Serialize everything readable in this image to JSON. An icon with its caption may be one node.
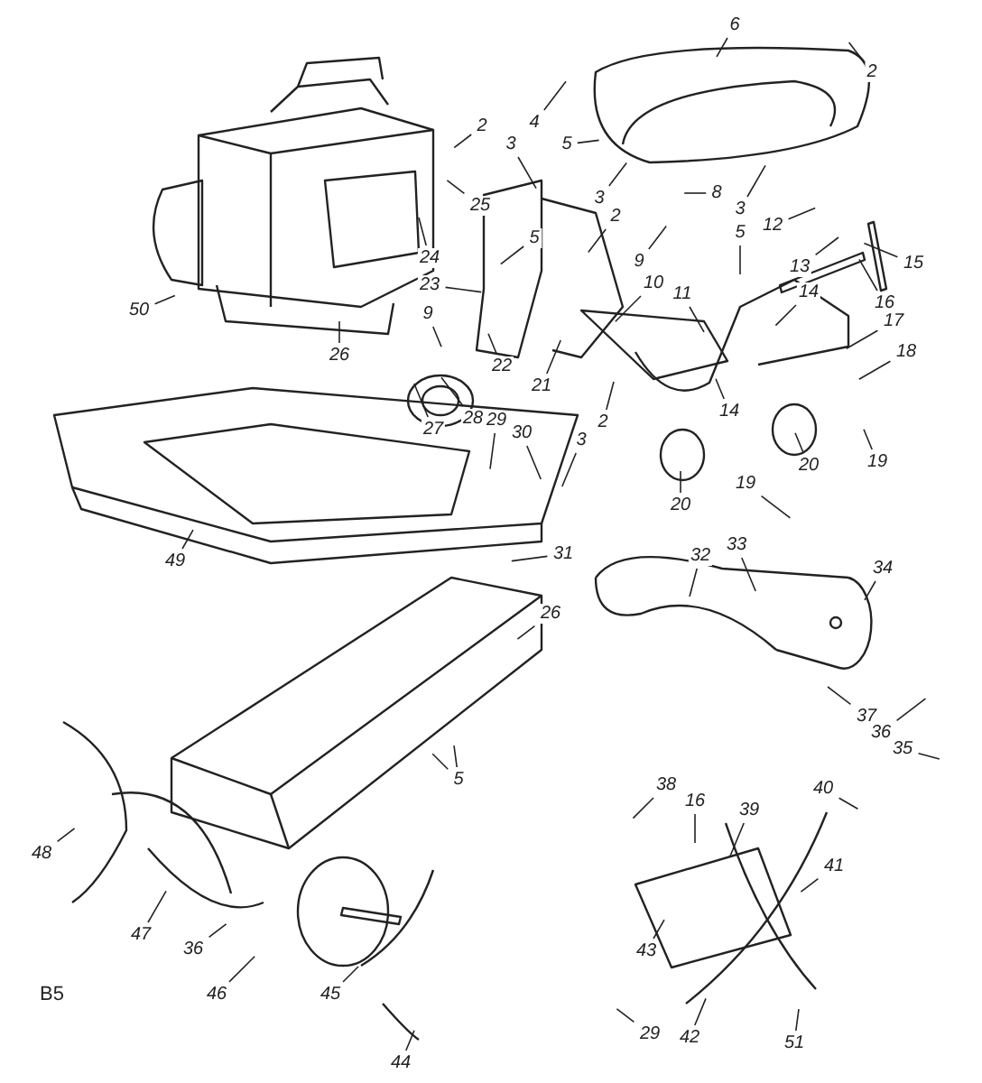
{
  "diagram": {
    "nodes": [
      {
        "text": [
          "6"
        ]
      },
      {
        "text": [
          "2"
        ]
      },
      {
        "text": [
          "2"
        ]
      },
      {
        "text": [
          "4"
        ]
      },
      {
        "text": [
          "3"
        ]
      },
      {
        "text": [
          "5"
        ]
      },
      {
        "text": [
          "8"
        ]
      },
      {
        "text": [
          "3"
        ]
      },
      {
        "text": [
          "5"
        ]
      },
      {
        "text": [
          "3"
        ]
      },
      {
        "text": [
          "2"
        ]
      },
      {
        "text": [
          "25"
        ]
      },
      {
        "text": [
          "5"
        ]
      },
      {
        "text": [
          "12"
        ]
      },
      {
        "text": [
          "9"
        ]
      },
      {
        "text": [
          "24"
        ]
      },
      {
        "text": [
          "15"
        ]
      },
      {
        "text": [
          "13"
        ]
      },
      {
        "text": [
          "10"
        ]
      },
      {
        "text": [
          "23"
        ]
      },
      {
        "text": [
          "11"
        ]
      },
      {
        "text": [
          "14"
        ]
      },
      {
        "text": [
          "16"
        ]
      },
      {
        "text": [
          "9"
        ]
      },
      {
        "text": [
          "17"
        ]
      },
      {
        "text": [
          "50"
        ]
      },
      {
        "text": [
          "18"
        ]
      },
      {
        "text": [
          "26"
        ]
      },
      {
        "text": [
          "22"
        ]
      },
      {
        "text": [
          "21"
        ]
      },
      {
        "text": [
          "14"
        ]
      },
      {
        "text": [
          "27"
        ]
      },
      {
        "text": [
          "28"
        ]
      },
      {
        "text": [
          "29"
        ]
      },
      {
        "text": [
          "30"
        ]
      },
      {
        "text": [
          "2"
        ]
      },
      {
        "text": [
          "3"
        ]
      },
      {
        "text": [
          "19"
        ]
      },
      {
        "text": [
          "20"
        ]
      },
      {
        "text": [
          "19"
        ]
      },
      {
        "text": [
          "20"
        ]
      },
      {
        "text": [
          "49"
        ]
      },
      {
        "text": [
          "31"
        ]
      },
      {
        "text": [
          "32"
        ]
      },
      {
        "text": [
          "33"
        ]
      },
      {
        "text": [
          "34"
        ]
      },
      {
        "text": [
          "26"
        ]
      },
      {
        "text": [
          "5"
        ]
      },
      {
        "text": [
          "37"
        ]
      },
      {
        "text": [
          "36"
        ]
      },
      {
        "text": [
          "35"
        ]
      },
      {
        "text": [
          "38"
        ]
      },
      {
        "text": [
          "16"
        ]
      },
      {
        "text": [
          "39"
        ]
      },
      {
        "text": [
          "40"
        ]
      },
      {
        "text": [
          "48"
        ]
      },
      {
        "text": [
          "41"
        ]
      },
      {
        "text": [
          "47"
        ]
      },
      {
        "text": [
          "36"
        ]
      },
      {
        "text": [
          "43"
        ]
      },
      {
        "text": [
          "46"
        ]
      },
      {
        "text": [
          "45"
        ]
      },
      {
        "text": [
          "29"
        ]
      },
      {
        "text": [
          "42"
        ]
      },
      {
        "text": [
          "51"
        ]
      },
      {
        "text": [
          "44"
        ]
      }
    ],
    "edges": [
      {
        "from": 0,
        "to": null,
        "arrow": "none"
      },
      {
        "from": 1,
        "to": null,
        "arrow": "none"
      },
      {
        "from": 2,
        "to": null,
        "arrow": "none"
      },
      {
        "from": 3,
        "to": null,
        "arrow": "none"
      },
      {
        "from": 4,
        "to": null,
        "arrow": "none"
      },
      {
        "from": 5,
        "to": null,
        "arrow": "none"
      },
      {
        "from": 6,
        "to": null,
        "arrow": "none"
      },
      {
        "from": 7,
        "to": null,
        "arrow": "none"
      },
      {
        "from": 8,
        "to": null,
        "arrow": "none"
      },
      {
        "from": 9,
        "to": null,
        "arrow": "none"
      },
      {
        "from": 10,
        "to": null,
        "arrow": "none"
      },
      {
        "from": 11,
        "to": null,
        "arrow": "none"
      },
      {
        "from": 12,
        "to": null,
        "arrow": "none"
      },
      {
        "from": 13,
        "to": null,
        "arrow": "none"
      },
      {
        "from": 14,
        "to": null,
        "arrow": "none"
      },
      {
        "from": 15,
        "to": null,
        "arrow": "none"
      },
      {
        "from": 16,
        "to": null,
        "arrow": "none"
      },
      {
        "from": 17,
        "to": null,
        "arrow": "none"
      },
      {
        "from": 18,
        "to": null,
        "arrow": "none"
      },
      {
        "from": 19,
        "to": null,
        "arrow": "none"
      },
      {
        "from": 20,
        "to": null,
        "arrow": "none"
      },
      {
        "from": 21,
        "to": null,
        "arrow": "none"
      },
      {
        "from": 22,
        "to": null,
        "arrow": "none"
      },
      {
        "from": 23,
        "to": null,
        "arrow": "none"
      },
      {
        "from": 24,
        "to": null,
        "arrow": "none"
      },
      {
        "from": 25,
        "to": null,
        "arrow": "none"
      },
      {
        "from": 26,
        "to": null,
        "arrow": "none"
      },
      {
        "from": 27,
        "to": null,
        "arrow": "none"
      },
      {
        "from": 28,
        "to": null,
        "arrow": "none"
      },
      {
        "from": 29,
        "to": null,
        "arrow": "none"
      },
      {
        "from": 30,
        "to": null,
        "arrow": "none"
      },
      {
        "from": 31,
        "to": null,
        "arrow": "none"
      },
      {
        "from": 32,
        "to": null,
        "arrow": "none"
      },
      {
        "from": 33,
        "to": null,
        "arrow": "none"
      },
      {
        "from": 34,
        "to": null,
        "arrow": "none"
      },
      {
        "from": 35,
        "to": null,
        "arrow": "none"
      },
      {
        "from": 36,
        "to": null,
        "arrow": "none"
      },
      {
        "from": 37,
        "to": null,
        "arrow": "none"
      },
      {
        "from": 38,
        "to": null,
        "arrow": "none"
      },
      {
        "from": 39,
        "to": null,
        "arrow": "none"
      },
      {
        "from": 40,
        "to": null,
        "arrow": "none"
      },
      {
        "from": 41,
        "to": null,
        "arrow": "none"
      },
      {
        "from": 42,
        "to": null,
        "arrow": "none"
      },
      {
        "from": 43,
        "to": null,
        "arrow": "none"
      },
      {
        "from": 44,
        "to": null,
        "arrow": "none"
      },
      {
        "from": 45,
        "to": null,
        "arrow": "none"
      },
      {
        "from": 46,
        "to": null,
        "arrow": "none"
      },
      {
        "from": 47,
        "to": null,
        "arrow": "none"
      },
      {
        "from": 47,
        "to": null,
        "arrow": "none"
      },
      {
        "from": 48,
        "to": null,
        "arrow": "none"
      },
      {
        "from": 49,
        "to": null,
        "arrow": "none"
      },
      {
        "from": 50,
        "to": null,
        "arrow": "none"
      },
      {
        "from": 51,
        "to": null,
        "arrow": "none"
      },
      {
        "from": 52,
        "to": null,
        "arrow": "none"
      },
      {
        "from": 53,
        "to": null,
        "arrow": "none"
      },
      {
        "from": 54,
        "to": null,
        "arrow": "none"
      },
      {
        "from": 55,
        "to": null,
        "arrow": "none"
      },
      {
        "from": 56,
        "to": null,
        "arrow": "none"
      },
      {
        "from": 57,
        "to": null,
        "arrow": "none"
      },
      {
        "from": 58,
        "to": null,
        "arrow": "none"
      },
      {
        "from": 59,
        "to": null,
        "arrow": "none"
      },
      {
        "from": 60,
        "to": null,
        "arrow": "none"
      },
      {
        "from": 61,
        "to": null,
        "arrow": "none"
      },
      {
        "from": 62,
        "to": null,
        "arrow": "none"
      },
      {
        "from": 63,
        "to": null,
        "arrow": "none"
      },
      {
        "from": 64,
        "to": null,
        "arrow": "none"
      },
      {
        "from": 65,
        "to": null,
        "arrow": "none"
      }
    ],
    "labels": [
      "B5"
    ]
  }
}
